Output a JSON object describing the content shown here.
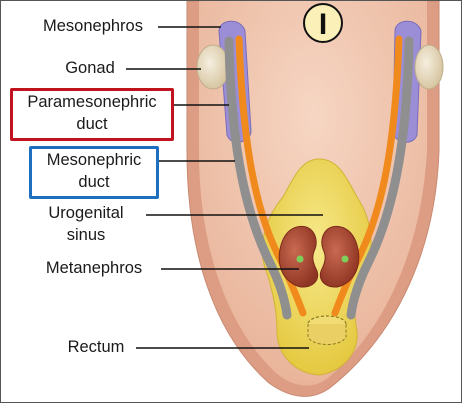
{
  "figure": {
    "stage_badge": "I",
    "labels": {
      "mesonephros": "Mesonephros",
      "gonad": "Gonad",
      "paramesonephric_line1": "Paramesonephric",
      "paramesonephric_line2": "duct",
      "mesonephric_line1": "Mesonephric",
      "mesonephric_line2": "duct",
      "urogenital_line1": "Urogenital",
      "urogenital_line2": "sinus",
      "metanephros": "Metanephros",
      "rectum": "Rectum"
    },
    "colors": {
      "outer_wall": "#e3a68c",
      "inner_body": "#f2c7b0",
      "mesonephros": "#9b8ed6",
      "gonad": "#e9dcc0",
      "paramesonephric_duct": "#f08a1c",
      "mesonephric_duct": "#8f8f8f",
      "urogenital_sinus": "#ecd44a",
      "metanephros": "#a8452f",
      "paramesonephric_highlight_box": "#c1121f",
      "mesonephric_highlight_box": "#1f6fc1"
    }
  }
}
